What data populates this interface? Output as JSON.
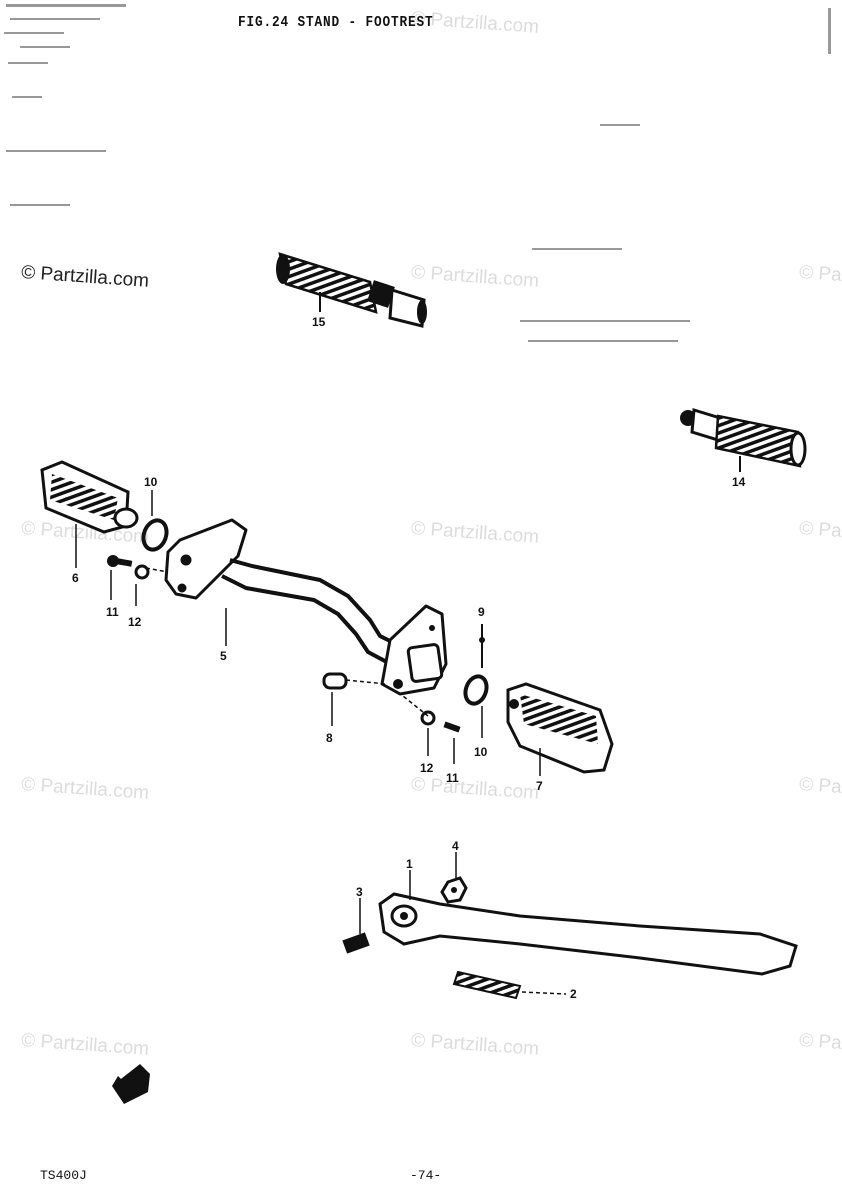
{
  "title": "FIG.24  STAND - FOOTREST",
  "watermark": "© Partzilla.com",
  "model_code": "TS400J",
  "page_number": "-74-",
  "callouts": {
    "c1": "1",
    "c2": "2",
    "c3": "3",
    "c4": "4",
    "c5": "5",
    "c6": "6",
    "c7": "7",
    "c8": "8",
    "c9": "9",
    "c10a": "10",
    "c10b": "10",
    "c11a": "11",
    "c11b": "11",
    "c12a": "12",
    "c12b": "12",
    "c14": "14",
    "c15": "15"
  }
}
